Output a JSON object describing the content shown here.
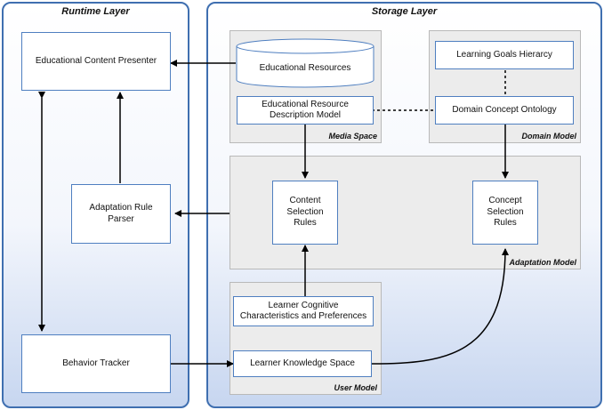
{
  "layers": {
    "runtime": "Runtime Layer",
    "storage": "Storage Layer"
  },
  "spaces": {
    "media": "Media Space",
    "domain": "Domain Model",
    "adaptation": "Adaptation Model",
    "user": "User Model"
  },
  "nodes": {
    "presenter": "Educational Content Presenter",
    "rule_parser": "Adaptation Rule\nParser",
    "tracker": "Behavior Tracker",
    "resources": "Educational Resources",
    "resource_model": "Educational Resource\nDescription Model",
    "goals": "Learning Goals Hierarcy",
    "ontology": "Domain Concept Ontology",
    "content_rules": "Content\nSelection\nRules",
    "concept_rules": "Concept\nSelection\nRules",
    "cognitive": "Learner Cognitive\nCharacteristics and Preferences",
    "knowledge": "Learner Knowledge Space"
  },
  "colors": {
    "layer_border": "#3f6fb0",
    "node_border": "#4f7fc0",
    "space_fill": "#ececec",
    "edge": "#000000"
  }
}
